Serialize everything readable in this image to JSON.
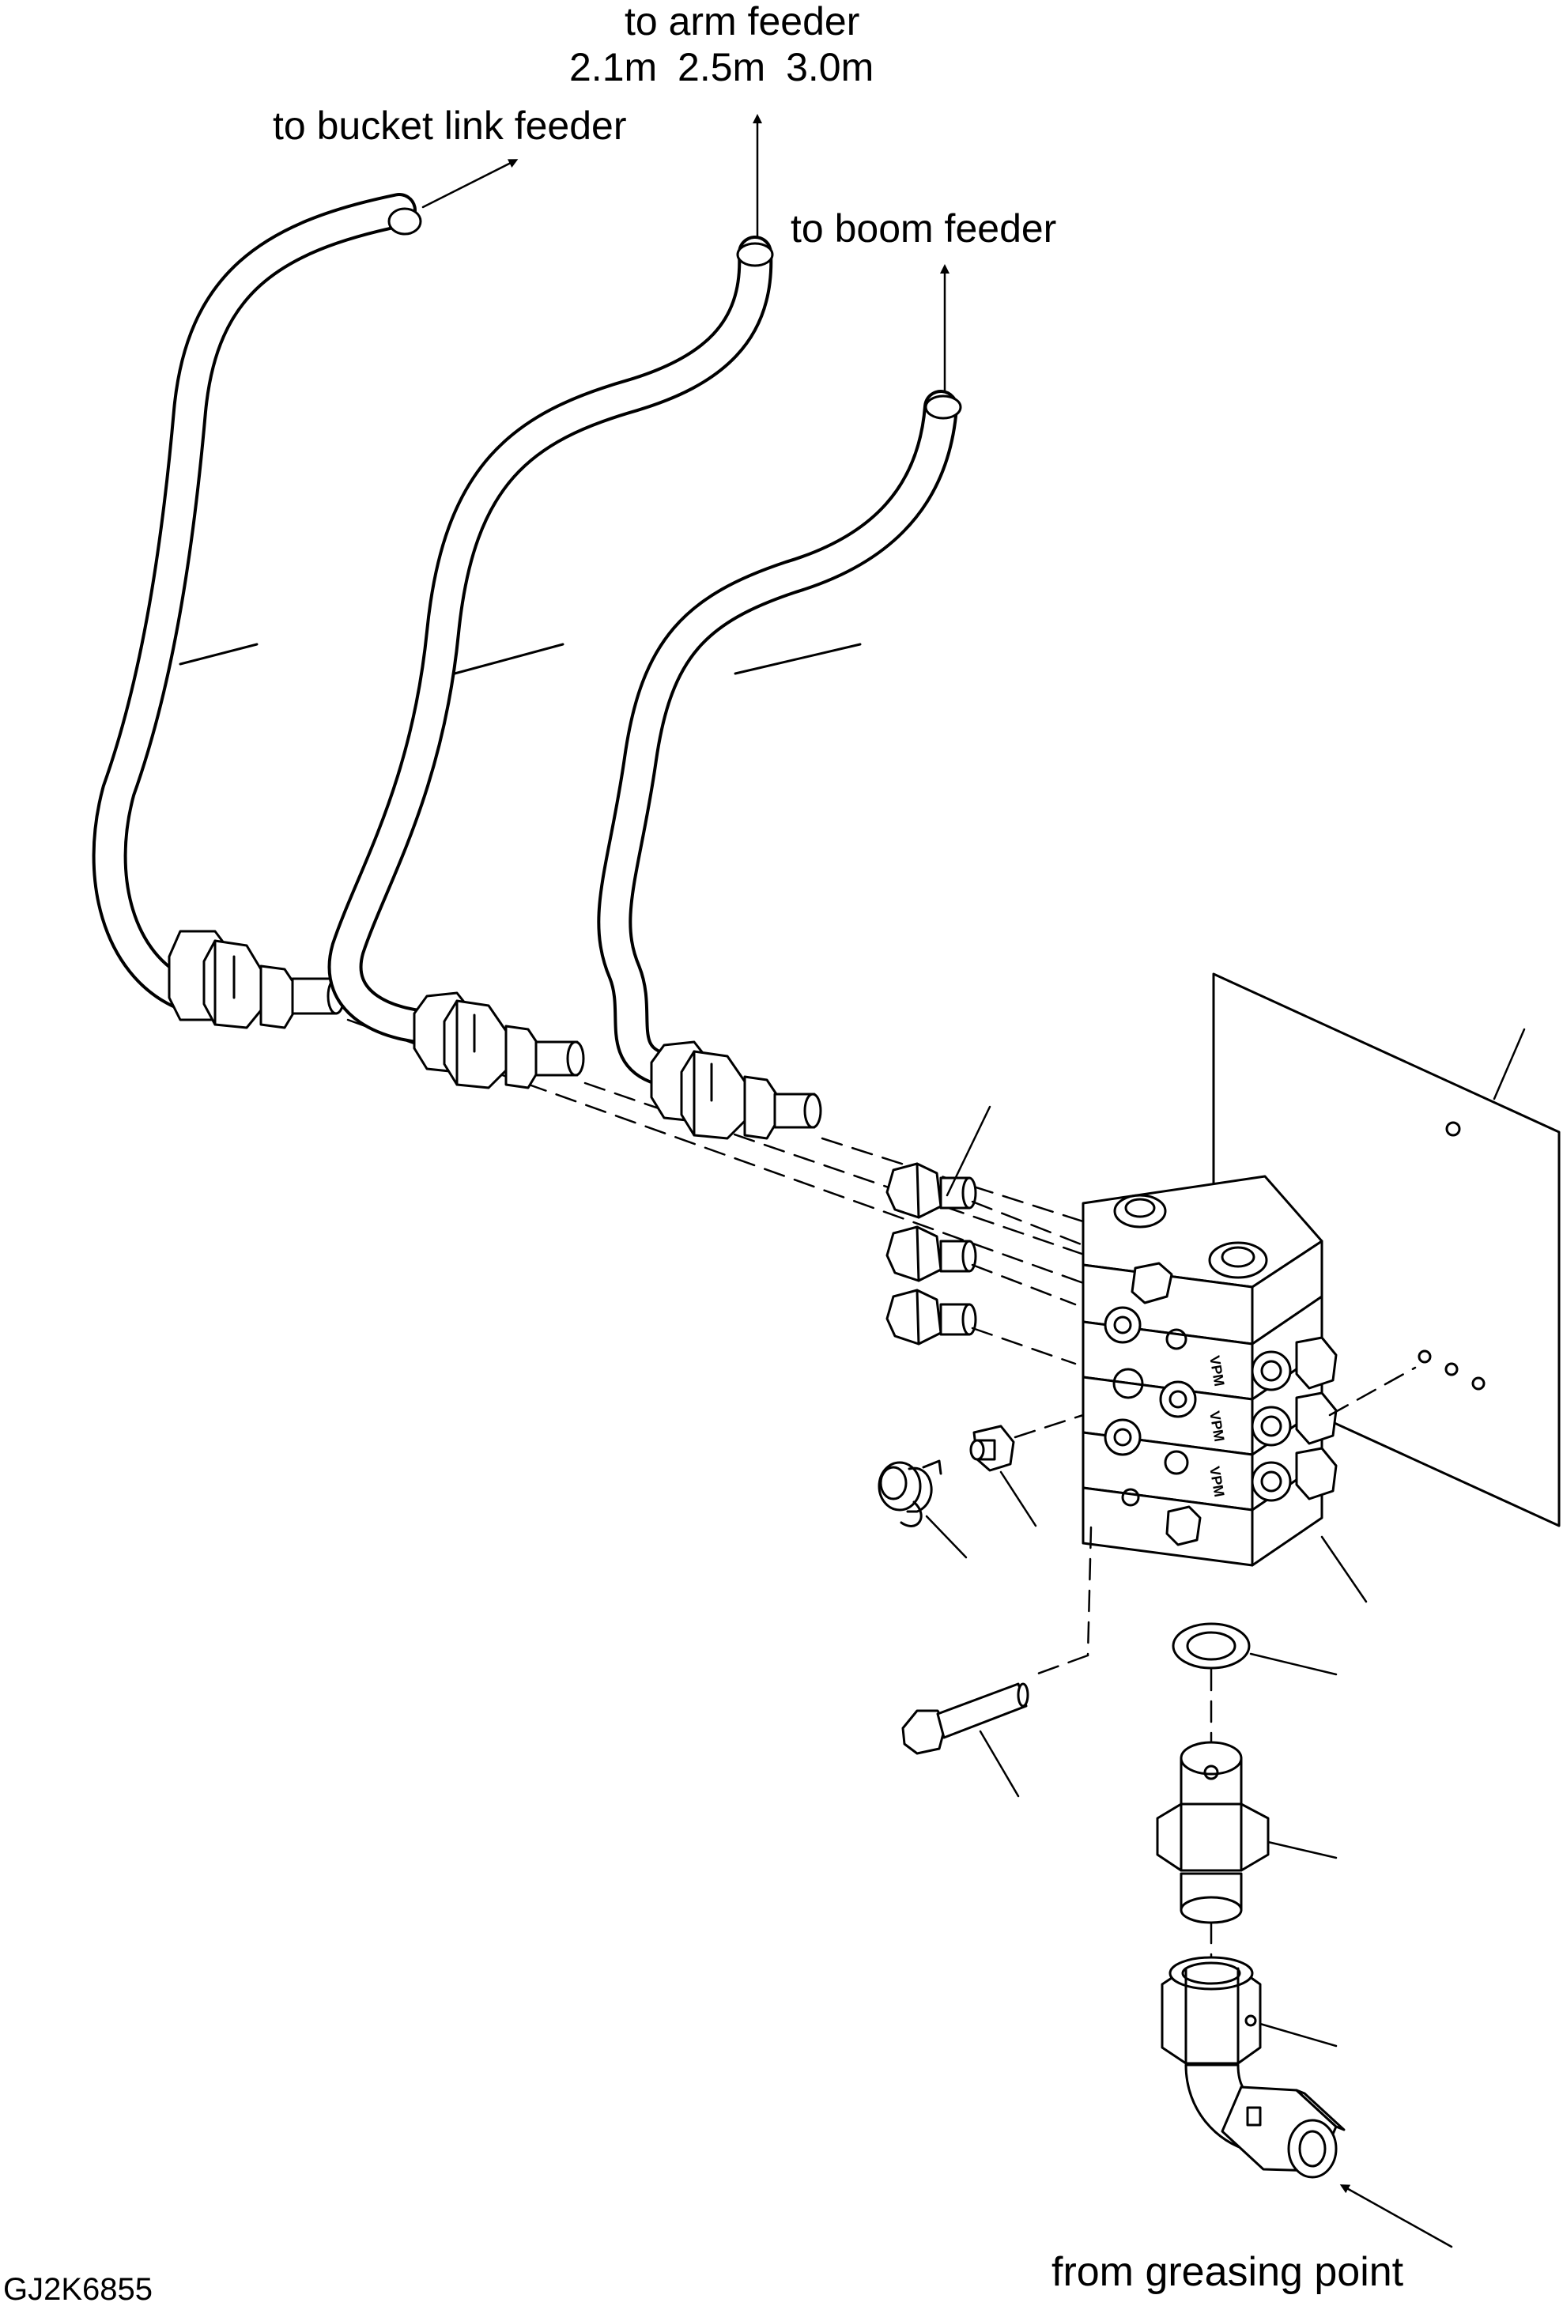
{
  "labels": {
    "arm_feeder": "to arm feeder",
    "arm_lengths": "2.1m   2.5m   3.0m",
    "bucket_link_feeder": "to bucket link feeder",
    "boom_feeder": "to boom feeder",
    "greasing_point": "from greasing point",
    "drawing_code": "GJ2K6855"
  },
  "block_markings": {
    "section_1": "VPM",
    "section_2": "VPM",
    "section_3": "VPM"
  },
  "colors": {
    "line": "#000000",
    "background": "#ffffff"
  }
}
